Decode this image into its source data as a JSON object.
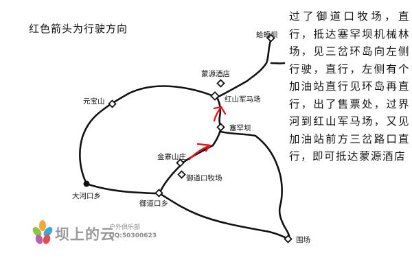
{
  "caption": "红色箭头为行驶方向",
  "directions": "过了御道口牧场，直行，抵达塞罕坝机械林场，见三岔环岛向左侧行驶，直行，左侧有个加油站直行见环岛再直行，出了售票处，过界河到红山军马场，又见加油站前方三岔路口直行，即可抵达蒙源酒店",
  "places": {
    "halaba": "蛤蟆坝",
    "mengyuan_hotel": "蒙源酒店",
    "hongshan": "红山军马场",
    "yuanbaoshan": "元宝山",
    "saihanba": "塞罕坝",
    "jinzhai": "金寨山庄",
    "yudao_ranch": "御道口牧场",
    "dahekou": "大河口乡",
    "yudaokou": "御道口乡",
    "weichang": "围场"
  },
  "logo": {
    "main": "坝上的云",
    "club": "户外俱乐部",
    "qq": "QQ:50300623"
  },
  "colors": {
    "road": "#111111",
    "arrow": "#e8141c",
    "logo_text": "#9a9a9a"
  }
}
